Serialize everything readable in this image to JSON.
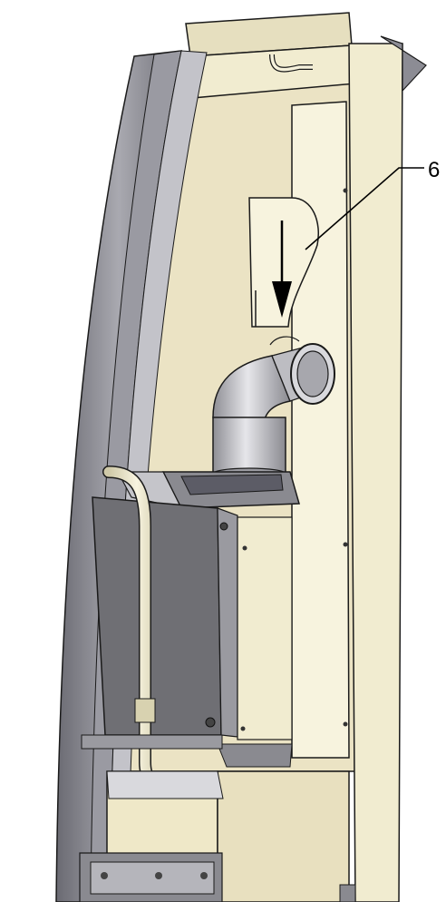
{
  "diagram": {
    "callouts": [
      {
        "id": "6",
        "text": "6"
      }
    ],
    "colors": {
      "panel_cream": "#f1ecd0",
      "panel_cream_light": "#f7f3de",
      "panel_back": "#ebe3c4",
      "frame_grey": "#8c8c94",
      "frame_grey_dark": "#5c5c66",
      "frame_grey_light": "#b7b7bd",
      "pipe_silver": "#c9c9cd",
      "housing_grey": "#6f6f74",
      "outline": "#1a1a1a"
    },
    "icons": [
      "down-arrow-icon",
      "leader-line"
    ]
  }
}
